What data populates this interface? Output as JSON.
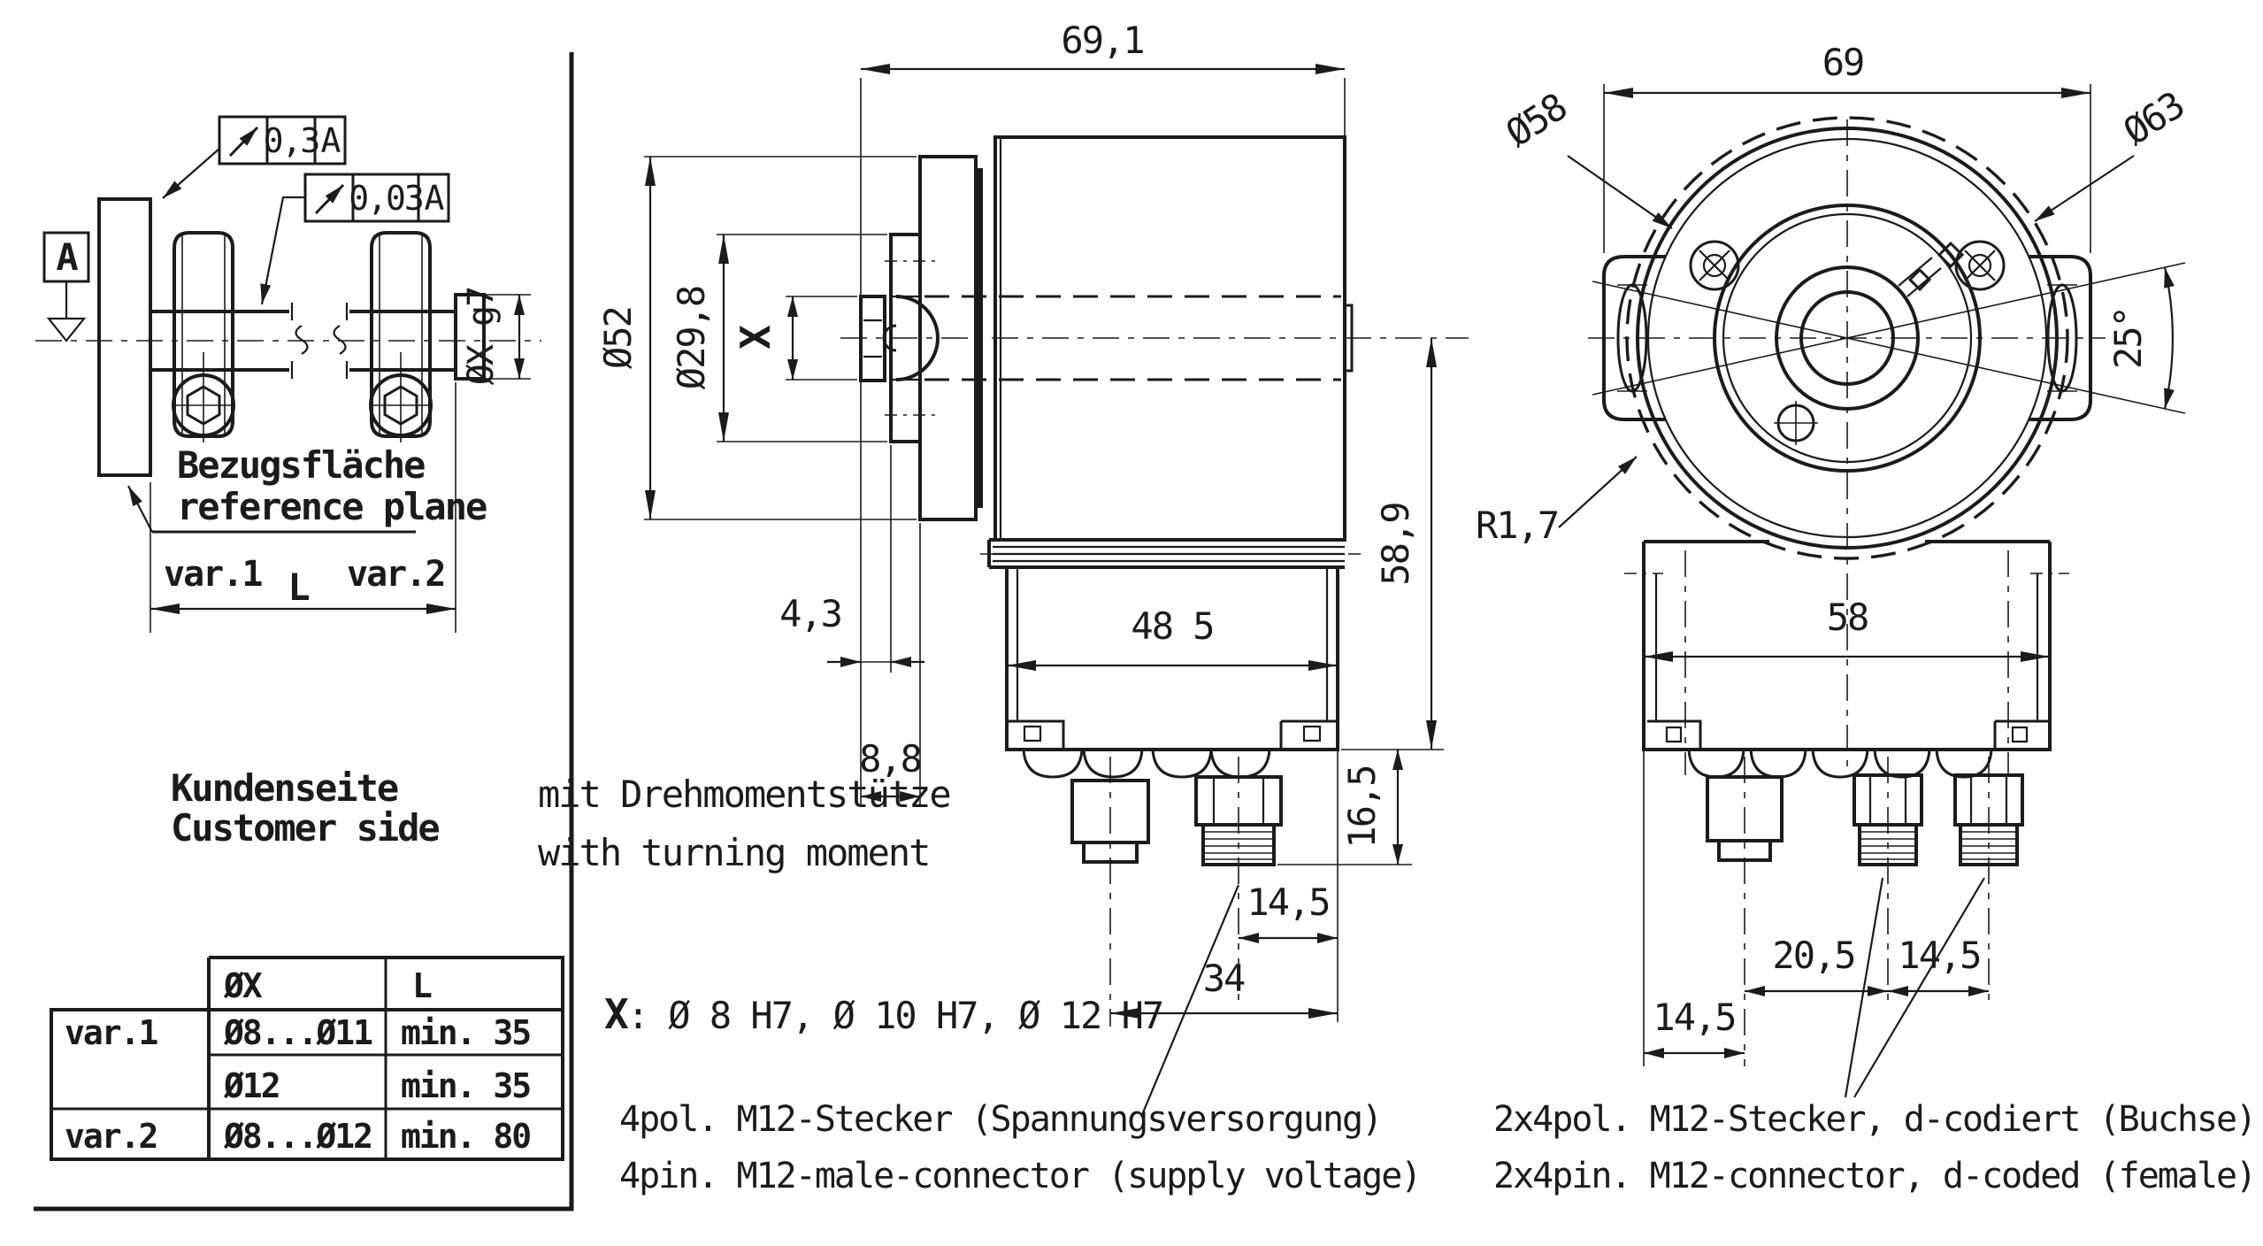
{
  "left_view": {
    "datum_label": "A",
    "tol_frame_1": {
      "value": "0,3",
      "datum": "A"
    },
    "tol_frame_2": {
      "value": "0,03",
      "datum": "A"
    },
    "shaft_dim_label": "ØX g7",
    "reference_plane": {
      "de": "Bezugsfläche",
      "en": "reference plane"
    },
    "variant_dim": {
      "var1": "var.1",
      "length": "L",
      "var2": "var.2"
    },
    "customer_side": {
      "de": "Kundenseite",
      "en": "Customer side"
    }
  },
  "table": {
    "headers": {
      "diameter": "ØX",
      "length": "L"
    },
    "rows": [
      {
        "variant": "var.1",
        "diameter": "Ø8...Ø11",
        "length": "min. 35"
      },
      {
        "variant": "",
        "diameter": "Ø12",
        "length": "min. 35"
      },
      {
        "variant": "var.2",
        "diameter": "Ø8...Ø12",
        "length": "min. 80"
      }
    ]
  },
  "side_view": {
    "dim_width_total": "69,1",
    "dim_flange_dia": "Ø52",
    "dim_pilot_dia": "Ø29,8",
    "dim_bore": "X",
    "dim_4_3": "4,3",
    "dim_8_8": "8,8",
    "dim_48_5": "48 5",
    "dim_58_9": "58,9",
    "dim_16_5": "16,5",
    "dim_14_5": "14,5",
    "dim_34": "34",
    "torque_note": {
      "de": "mit Drehmomentstütze",
      "en": "with turning moment"
    },
    "bore_note": {
      "label": "X",
      "text": ": Ø 8 H7, Ø 10 H7, Ø 12 H7"
    },
    "connector_caption": {
      "de": "4pol. M12-Stecker (Spannungsversorgung)",
      "en": "4pin. M12-male-connector (supply voltage)"
    }
  },
  "front_view": {
    "dim_width_total": "69",
    "dim_dia_58": "Ø58",
    "dim_dia_63": "Ø63",
    "dim_angle": "25°",
    "dim_radius": "R1,7",
    "dim_body_width": "58",
    "dim_14_5_left": "14,5",
    "dim_20_5": "20,5",
    "dim_14_5_right": "14,5",
    "connector_caption": {
      "de": "2x4pol. M12-Stecker, d-codiert (Buchse)",
      "en": "2x4pin. M12-connector, d-coded (female)"
    }
  }
}
